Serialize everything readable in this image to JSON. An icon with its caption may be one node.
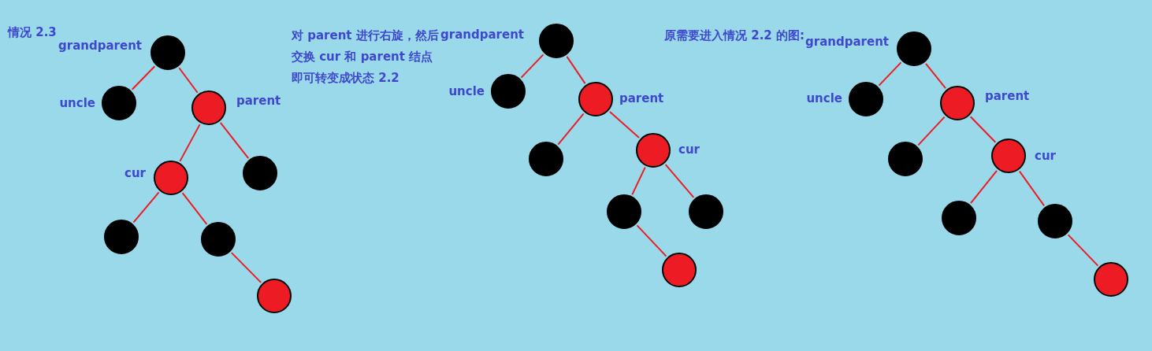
{
  "diagram": {
    "nodes": [
      {
        "text": [],
        "shape": "circle",
        "beside": [
          "grandparent"
        ]
      },
      {
        "text": [],
        "shape": "circle",
        "beside": [
          "uncle"
        ]
      },
      {
        "text": [],
        "shape": "circle",
        "beside": [
          "parent"
        ]
      },
      {
        "text": [],
        "shape": "circle",
        "beside": [
          "cur"
        ]
      },
      {
        "text": [],
        "shape": "circle"
      },
      {
        "text": [],
        "shape": "circle"
      },
      {
        "text": [],
        "shape": "circle"
      },
      {
        "text": [],
        "shape": "circle"
      },
      {
        "text": [],
        "shape": "circle",
        "beside": [
          "grandparent"
        ]
      },
      {
        "text": [],
        "shape": "circle",
        "beside": [
          "uncle"
        ]
      },
      {
        "text": [],
        "shape": "circle",
        "beside": [
          "parent"
        ]
      },
      {
        "text": [],
        "shape": "circle"
      },
      {
        "text": [],
        "shape": "circle",
        "beside": [
          "cur"
        ]
      },
      {
        "text": [],
        "shape": "circle"
      },
      {
        "text": [],
        "shape": "circle"
      },
      {
        "text": [],
        "shape": "circle"
      },
      {
        "text": [],
        "shape": "circle",
        "beside": [
          "grandparent"
        ]
      },
      {
        "text": [],
        "shape": "circle",
        "beside": [
          "uncle"
        ]
      },
      {
        "text": [],
        "shape": "circle",
        "beside": [
          "parent"
        ]
      },
      {
        "text": [],
        "shape": "circle"
      },
      {
        "text": [],
        "shape": "circle",
        "beside": [
          "cur"
        ]
      },
      {
        "text": [],
        "shape": "circle"
      },
      {
        "text": [],
        "shape": "circle"
      },
      {
        "text": [],
        "shape": "circle"
      }
    ],
    "edges": [
      {
        "from": 0,
        "to": 1,
        "arrow": "none"
      },
      {
        "from": 0,
        "to": 2,
        "arrow": "none"
      },
      {
        "from": 2,
        "to": 3,
        "arrow": "none"
      },
      {
        "from": 2,
        "to": 4,
        "arrow": "none"
      },
      {
        "from": 3,
        "to": 5,
        "arrow": "none"
      },
      {
        "from": 3,
        "to": 6,
        "arrow": "none"
      },
      {
        "from": 6,
        "to": 7,
        "arrow": "none"
      },
      {
        "from": 8,
        "to": 9,
        "arrow": "none"
      },
      {
        "from": 8,
        "to": 10,
        "arrow": "none"
      },
      {
        "from": 10,
        "to": 11,
        "arrow": "none"
      },
      {
        "from": 10,
        "to": 12,
        "arrow": "none"
      },
      {
        "from": 12,
        "to": 13,
        "arrow": "none"
      },
      {
        "from": 12,
        "to": 14,
        "arrow": "none"
      },
      {
        "from": 13,
        "to": 15,
        "arrow": "none"
      },
      {
        "from": 16,
        "to": 17,
        "arrow": "none"
      },
      {
        "from": 16,
        "to": 18,
        "arrow": "none"
      },
      {
        "from": 18,
        "to": 19,
        "arrow": "none"
      },
      {
        "from": 18,
        "to": 20,
        "arrow": "none"
      },
      {
        "from": 20,
        "to": 21,
        "arrow": "none"
      },
      {
        "from": 20,
        "to": 22,
        "arrow": "none"
      },
      {
        "from": 22,
        "to": 23,
        "arrow": "none"
      }
    ],
    "labels": [
      "情况 2.3",
      "对 parent 进行右旋，然后交换 cur 和 parent 结点即可转变成状态 2.2",
      "原需要进入情况 2.2 的图:"
    ]
  }
}
